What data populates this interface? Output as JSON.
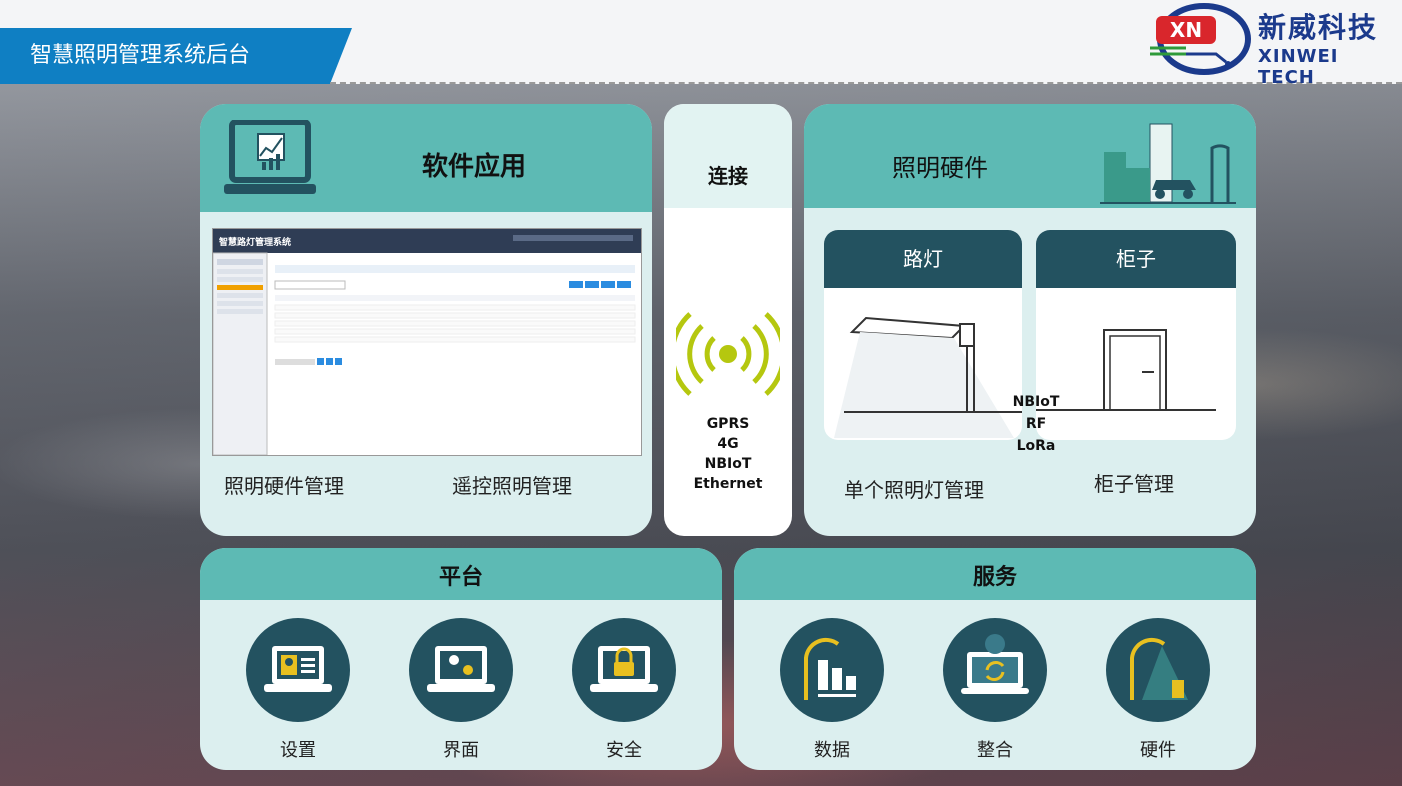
{
  "header": {
    "title": "智慧照明管理系统后台"
  },
  "logo": {
    "mark": "XN",
    "brand": "新威科技",
    "sub": "XINWEI TECH"
  },
  "software": {
    "title": "软件应用",
    "labels": [
      "照明硬件管理",
      "遥控照明管理"
    ],
    "screenshot_title": "智慧路灯管理系统"
  },
  "connect": {
    "title": "连接",
    "protocols": [
      "GPRS",
      "4G",
      "NBIoT",
      "Ethernet"
    ]
  },
  "hardware": {
    "title": "照明硬件",
    "cards": [
      {
        "title": "路灯",
        "label": "单个照明灯管理"
      },
      {
        "title": "柜子",
        "label": "柜子管理"
      }
    ],
    "protocols": [
      "NBIoT",
      "RF",
      "LoRa"
    ]
  },
  "platform": {
    "title": "平台",
    "items": [
      "设置",
      "界面",
      "安全"
    ]
  },
  "service": {
    "title": "服务",
    "items": [
      "数据",
      "整合",
      "硬件"
    ]
  },
  "colors": {
    "teal": "#5dbab4",
    "panel": "#dcefef",
    "dark": "#235260",
    "header_blue": "#0f7fc3",
    "signal": "#b5c70f"
  }
}
